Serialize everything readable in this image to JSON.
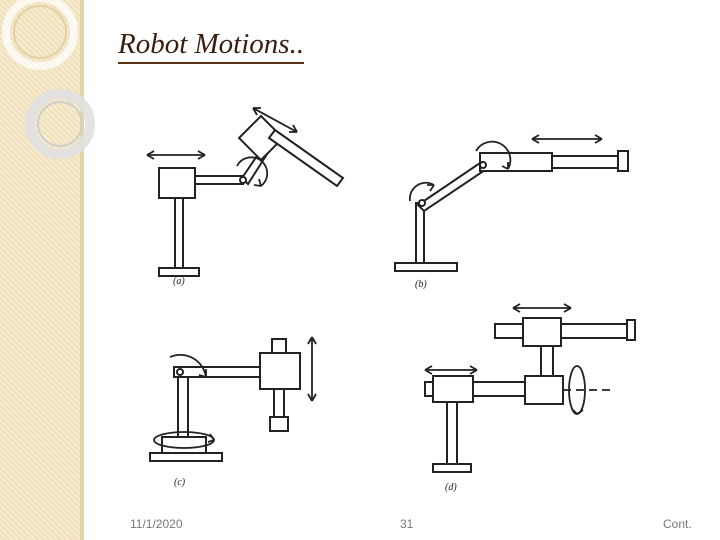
{
  "slide": {
    "title": "Robot Motions..",
    "figure_labels": {
      "a": "(a)",
      "b": "(b)",
      "c": "(c)",
      "d": "(d)"
    }
  },
  "footer": {
    "date": "11/1/2020",
    "page_number": "31",
    "note": "Cont."
  },
  "colors": {
    "title": "#3a1f10",
    "band": "#f6ecd0",
    "footer_text": "#777777"
  }
}
